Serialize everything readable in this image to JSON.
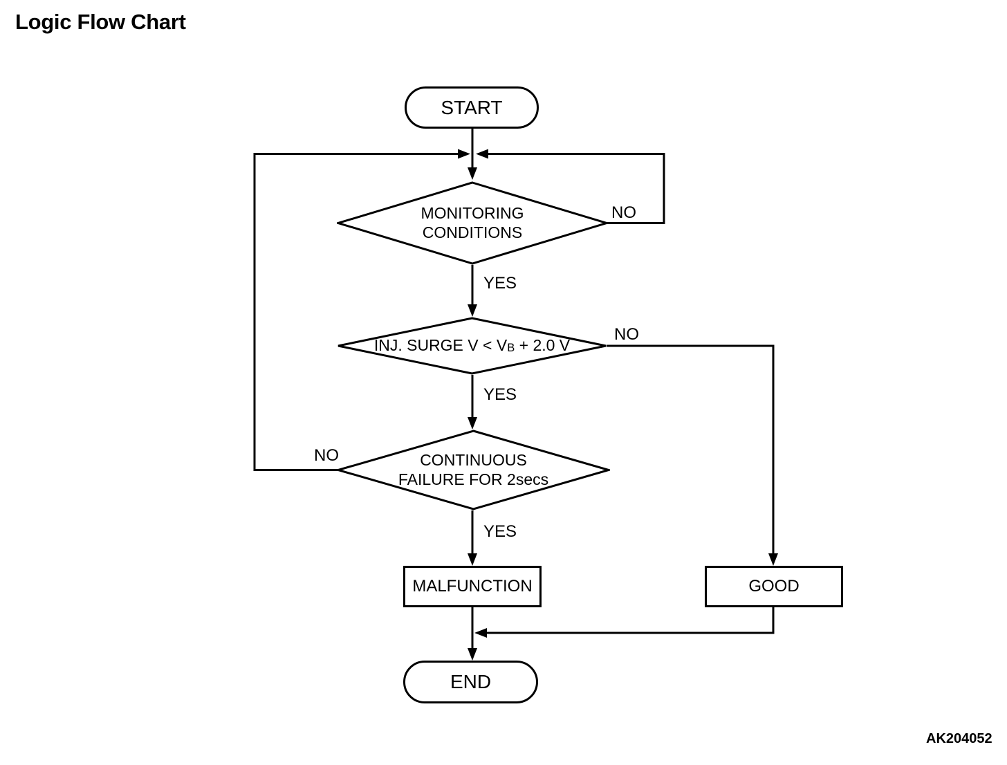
{
  "page": {
    "title": "Logic Flow Chart",
    "figure_code": "AK204052"
  },
  "flowchart": {
    "colors": {
      "line": "#000000",
      "background": "#ffffff",
      "text": "#000000"
    },
    "nodes": {
      "start": {
        "type": "terminator",
        "label": "START"
      },
      "monitoring": {
        "type": "decision",
        "line1": "MONITORING",
        "line2": "CONDITIONS"
      },
      "surge": {
        "type": "decision",
        "pre": "INJ. SURGE V < V",
        "sub": "B",
        "post": " + 2.0 V"
      },
      "failure": {
        "type": "decision",
        "line1": "CONTINUOUS",
        "line2": "FAILURE FOR 2secs"
      },
      "malfunction": {
        "type": "process",
        "label": "MALFUNCTION"
      },
      "good": {
        "type": "process",
        "label": "GOOD"
      },
      "end": {
        "type": "terminator",
        "label": "END"
      }
    },
    "edge_labels": {
      "monitoring_no": "NO",
      "monitoring_yes": "YES",
      "surge_no": "NO",
      "surge_yes": "YES",
      "failure_no": "NO",
      "failure_yes": "YES"
    }
  }
}
